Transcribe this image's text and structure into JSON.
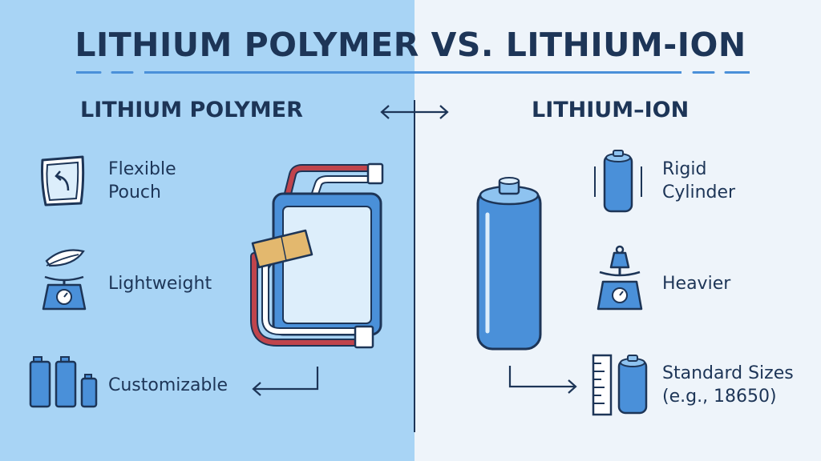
{
  "title": "LITHIUM POLYMER VS. LITHIUM-ION",
  "left": {
    "heading": "LITHIUM POLYMER",
    "features": [
      {
        "lines": [
          "Flexible",
          "Pouch"
        ],
        "icon": "flexible-pouch-icon"
      },
      {
        "lines": [
          "Lightweight"
        ],
        "icon": "feather-scale-icon"
      },
      {
        "lines": [
          "Customizable"
        ],
        "icon": "assorted-batteries-icon"
      }
    ]
  },
  "right": {
    "heading": "LITHIUM–ION",
    "features": [
      {
        "lines": [
          "Rigid",
          "Cylinder"
        ],
        "icon": "rigid-cylinder-icon"
      },
      {
        "lines": [
          "Heavier"
        ],
        "icon": "weight-scale-icon"
      },
      {
        "lines": [
          "Standard Sizes",
          "(e.g., 18650)"
        ],
        "icon": "ruler-cylinder-icon"
      }
    ]
  },
  "colors": {
    "left_background": "#a8d4f5",
    "right_background": "#eef4fa",
    "navy": "#1d3557",
    "battery_blue": "#4a90d9",
    "wire_red": "#c0444c",
    "tape": "#e3b86e"
  }
}
